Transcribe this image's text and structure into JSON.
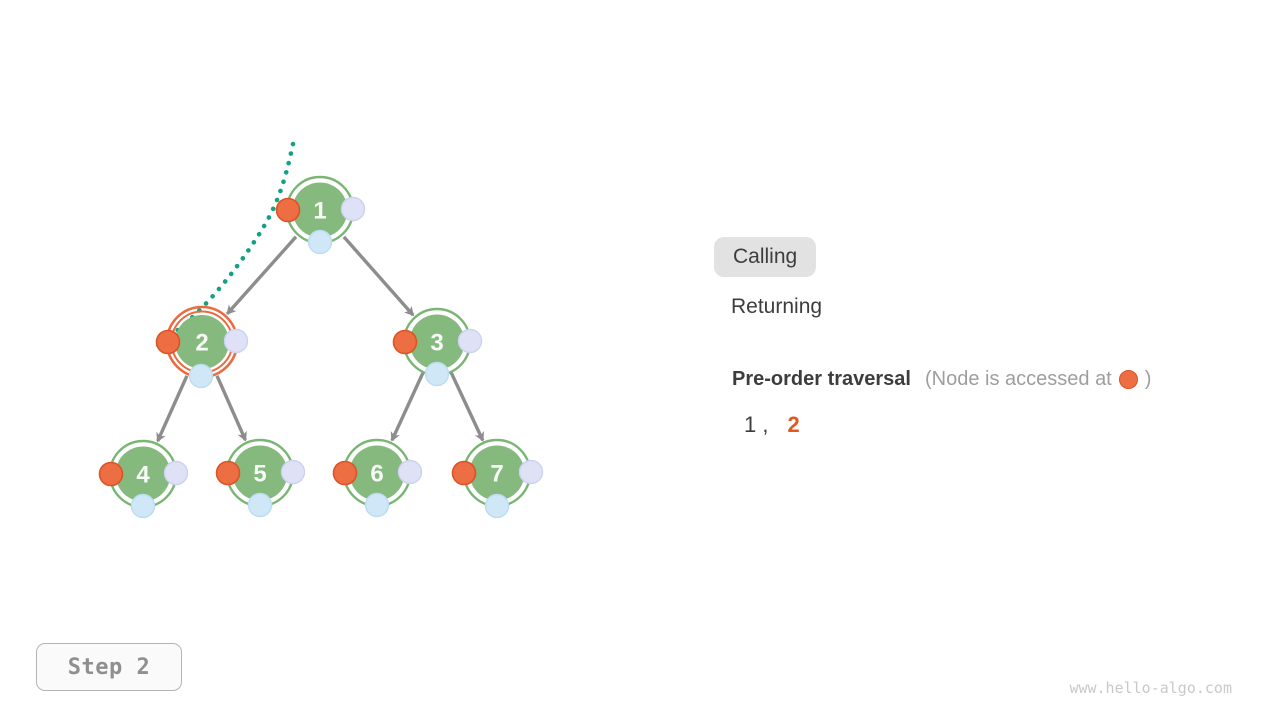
{
  "diagram": {
    "tree": {
      "nodes": [
        {
          "id": "1",
          "label": "1",
          "state": "default"
        },
        {
          "id": "2",
          "label": "2",
          "state": "current"
        },
        {
          "id": "3",
          "label": "3",
          "state": "default"
        },
        {
          "id": "4",
          "label": "4",
          "state": "default"
        },
        {
          "id": "5",
          "label": "5",
          "state": "default"
        },
        {
          "id": "6",
          "label": "6",
          "state": "default"
        },
        {
          "id": "7",
          "label": "7",
          "state": "default"
        }
      ],
      "edges": [
        "1-2",
        "1-3",
        "2-4",
        "2-5",
        "3-6",
        "3-7"
      ],
      "current_node": "2"
    },
    "trail": {
      "description": "dotted traversal path from above node 1 to node 2",
      "color": "#13a185"
    }
  },
  "legend": {
    "calling_label": "Calling",
    "returning_label": "Returning",
    "active": "Calling"
  },
  "traversal": {
    "title": "Pre-order traversal",
    "note_prefix": "(Node is accessed at",
    "note_suffix": ")",
    "sequence": [
      {
        "text": "1 ,",
        "current": false
      },
      {
        "text": "2",
        "current": true
      }
    ]
  },
  "footer": {
    "step_label": "Step 2",
    "watermark": "www.hello-algo.com"
  },
  "colors": {
    "node_green": "#85b97e",
    "node_ring_green": "#79b573",
    "highlight_orange": "#ec6a3f",
    "access_dot_fill": "#ec6e42",
    "access_dot_stroke": "#dd5226",
    "lavender_dot_fill": "#dfe2f7",
    "lavender_dot_stroke": "#ccd1f0",
    "blue_dot_fill": "#cfe7f6",
    "blue_dot_stroke": "#bcdcf1",
    "edge_gray": "#8d8d8d",
    "trail_teal": "#13a185",
    "sequence_current_orange": "#e3581c",
    "text_dark": "#3d3d3d",
    "text_gray": "#9e9e9e"
  }
}
